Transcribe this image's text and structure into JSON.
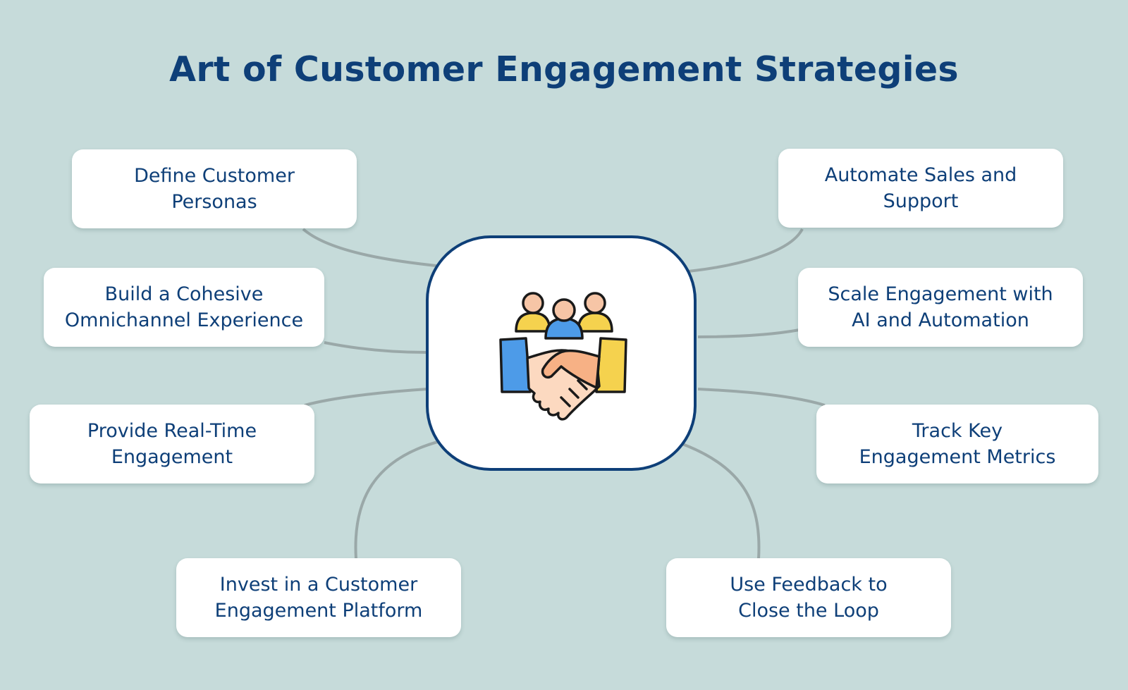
{
  "title": "Art of Customer Engagement Strategies",
  "hub": {
    "icon": "team-handshake-icon"
  },
  "strategies": [
    {
      "line1": "Define Customer",
      "line2": "Personas"
    },
    {
      "line1": "Build a Cohesive",
      "line2": "Omnichannel Experience"
    },
    {
      "line1": "Provide Real-Time",
      "line2": "Engagement"
    },
    {
      "line1": "Invest in a Customer",
      "line2": "Engagement Platform"
    },
    {
      "line1": "Automate Sales and",
      "line2": "Support"
    },
    {
      "line1": "Scale Engagement with",
      "line2": "AI and Automation"
    },
    {
      "line1": "Track Key",
      "line2": "Engagement Metrics"
    },
    {
      "line1": "Use Feedback to",
      "line2": "Close the Loop"
    }
  ],
  "colors": {
    "background": "#c6dbda",
    "accent": "#0e3f78",
    "connector": "#9aa8a8",
    "card": "#ffffff"
  }
}
